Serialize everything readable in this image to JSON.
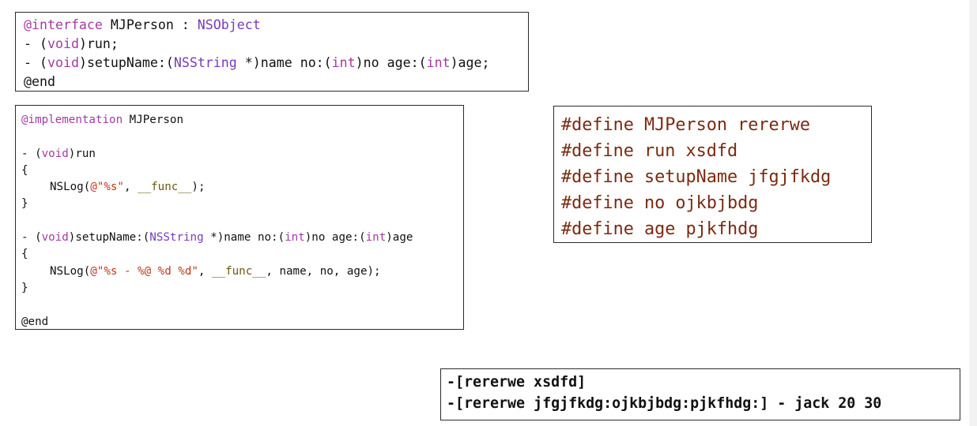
{
  "interface": {
    "keyword": "@interface",
    "class_name": " MJPerson : ",
    "superclass": "NSObject",
    "run_prefix": "- (",
    "run_type": "void",
    "run_suffix": ")run;",
    "setup_prefix": "- (",
    "setup_type": "void",
    "setup_mid": ")setupName:(",
    "setup_nsstring": "NSString",
    "setup_args1": " *)name no:(",
    "setup_int1": "int",
    "setup_args2": ")no age:(",
    "setup_int2": "int",
    "setup_args3": ")age;",
    "end": "@end"
  },
  "implementation": {
    "keyword": "@implementation",
    "class_name": " MJPerson",
    "run_prefix": "- (",
    "run_type": "void",
    "run_suffix": ")run",
    "open_brace": "{",
    "close_brace": "}",
    "log1_call": "NSLog(",
    "log1_str": "@\"%s\"",
    "log1_sep": ", ",
    "log1_func": "__func__",
    "log1_end": ");",
    "setup_prefix": "- (",
    "setup_type": "void",
    "setup_mid": ")setupName:(",
    "setup_nsstring": "NSString",
    "setup_args1": " *)name no:(",
    "setup_int1": "int",
    "setup_args2": ")no age:(",
    "setup_int2": "int",
    "setup_args3": ")age",
    "log2_call": "NSLog(",
    "log2_str": "@\"%s - %@ %d %d\"",
    "log2_sep": ", ",
    "log2_func": "__func__",
    "log2_rest": ", name, no, age);",
    "end": "@end"
  },
  "defines": [
    "#define MJPerson rererwe",
    "#define run xsdfd",
    "#define setupName jfgjfkdg",
    "#define no ojkbjbdg",
    "#define age pjkfhdg"
  ],
  "output": [
    "-[rererwe xsdfd]",
    "-[rererwe jfgjfkdg:ojkbjbdg:pjkfhdg:] - jack 20 30"
  ]
}
